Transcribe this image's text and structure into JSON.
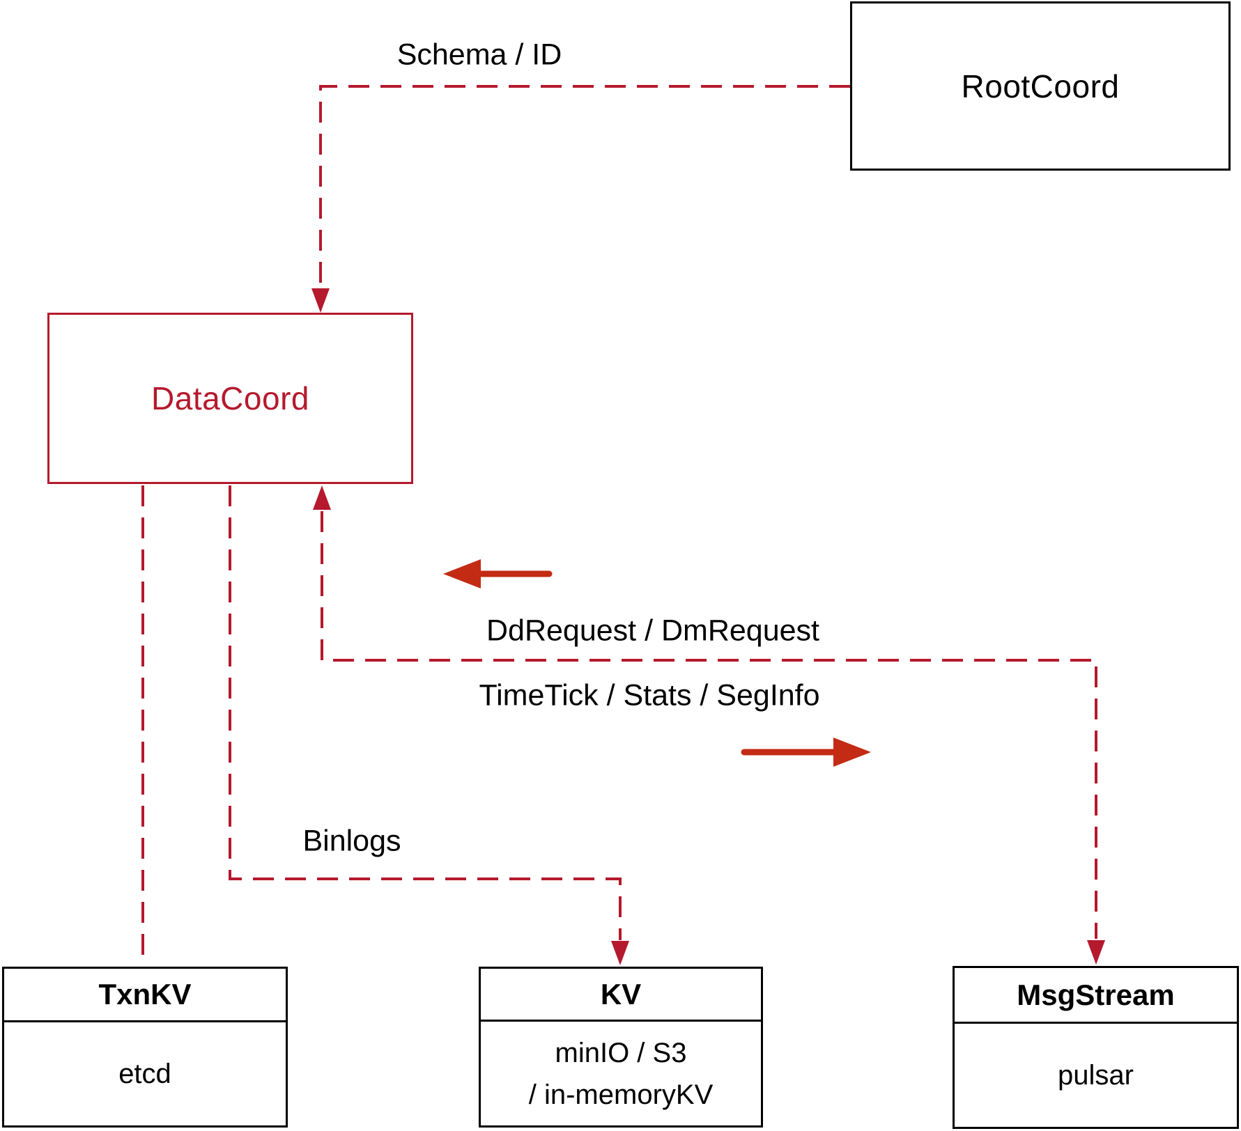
{
  "diagram": {
    "nodes": {
      "rootcoord": {
        "label": "RootCoord"
      },
      "datacoord": {
        "label": "DataCoord"
      },
      "txnkv": {
        "title": "TxnKV",
        "body": "etcd"
      },
      "kv": {
        "title": "KV",
        "body_lines": [
          "minIO / S3",
          "/ in-memoryKV"
        ]
      },
      "msgstream": {
        "title": "MsgStream",
        "body": "pulsar"
      }
    },
    "edge_labels": {
      "schema_id": "Schema / ID",
      "dd_request": "DdRequest / DmRequest",
      "time_tick": "TimeTick / Stats / SegInfo",
      "binlogs": "Binlogs"
    },
    "colors": {
      "dashed_edge": "#b5192d",
      "solid_arrow": "#c32b14",
      "box_border": "#000000",
      "text": "#000000",
      "datacoord_accent": "#b5192d",
      "background": "#ffffff"
    }
  }
}
